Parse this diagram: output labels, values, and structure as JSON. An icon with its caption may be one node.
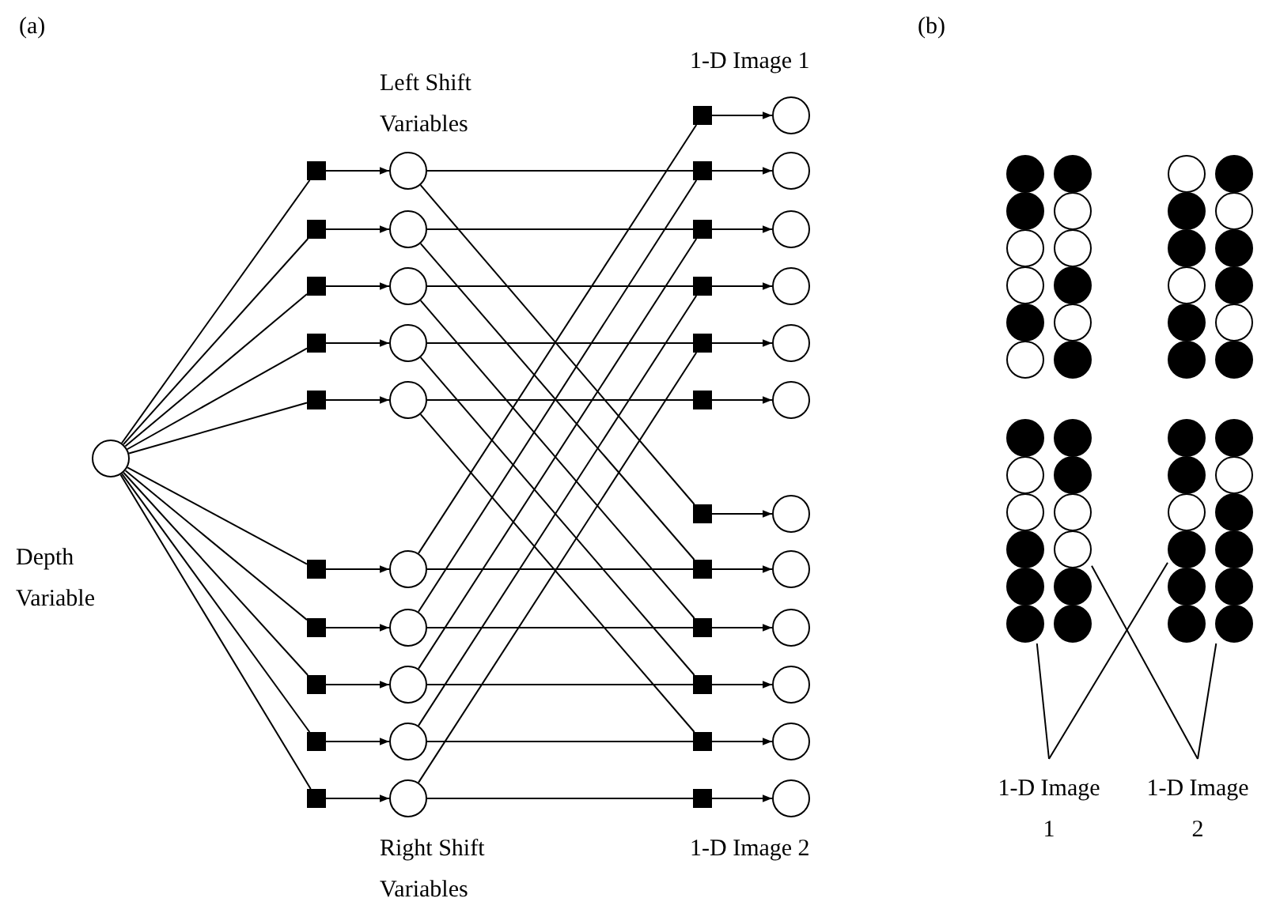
{
  "diagram": {
    "nodes": [
      {
        "text": [],
        "shape": "circle",
        "beside": [
          "Depth Variable"
        ]
      },
      {
        "text": [],
        "shape": "box"
      },
      {
        "text": [],
        "shape": "box"
      },
      {
        "text": [],
        "shape": "box"
      },
      {
        "text": [],
        "shape": "box"
      },
      {
        "text": [],
        "shape": "box"
      },
      {
        "text": [],
        "shape": "box"
      },
      {
        "text": [],
        "shape": "box"
      },
      {
        "text": [],
        "shape": "box"
      },
      {
        "text": [],
        "shape": "box"
      },
      {
        "text": [],
        "shape": "box"
      },
      {
        "text": [],
        "shape": "circle"
      },
      {
        "text": [],
        "shape": "circle"
      },
      {
        "text": [],
        "shape": "circle"
      },
      {
        "text": [],
        "shape": "circle"
      },
      {
        "text": [],
        "shape": "circle"
      },
      {
        "text": [],
        "shape": "circle"
      },
      {
        "text": [],
        "shape": "circle"
      },
      {
        "text": [],
        "shape": "circle"
      },
      {
        "text": [],
        "shape": "circle"
      },
      {
        "text": [],
        "shape": "circle"
      },
      {
        "text": [],
        "shape": "box"
      },
      {
        "text": [],
        "shape": "box"
      },
      {
        "text": [],
        "shape": "box"
      },
      {
        "text": [],
        "shape": "box"
      },
      {
        "text": [],
        "shape": "box"
      },
      {
        "text": [],
        "shape": "box"
      },
      {
        "text": [],
        "shape": "box"
      },
      {
        "text": [],
        "shape": "box"
      },
      {
        "text": [],
        "shape": "box"
      },
      {
        "text": [],
        "shape": "box"
      },
      {
        "text": [],
        "shape": "box"
      },
      {
        "text": [],
        "shape": "box"
      },
      {
        "text": [],
        "shape": "circle"
      },
      {
        "text": [],
        "shape": "circle"
      },
      {
        "text": [],
        "shape": "circle"
      },
      {
        "text": [],
        "shape": "circle"
      },
      {
        "text": [],
        "shape": "circle"
      },
      {
        "text": [],
        "shape": "circle"
      },
      {
        "text": [],
        "shape": "circle"
      },
      {
        "text": [],
        "shape": "circle"
      },
      {
        "text": [],
        "shape": "circle"
      },
      {
        "text": [],
        "shape": "circle"
      },
      {
        "text": [],
        "shape": "circle"
      },
      {
        "text": [],
        "shape": "circle"
      },
      {
        "text": [],
        "shape": "column"
      },
      {
        "text": [],
        "shape": "column"
      },
      {
        "text": [],
        "shape": "column"
      },
      {
        "text": [],
        "shape": "column"
      },
      {
        "text": [
          "1-D Image 1"
        ]
      },
      {
        "text": [
          "1-D Image 2"
        ]
      }
    ],
    "edges": [
      {
        "from": 0,
        "to": 1,
        "arrow": "none"
      },
      {
        "from": 0,
        "to": 2,
        "arrow": "none"
      },
      {
        "from": 0,
        "to": 3,
        "arrow": "none"
      },
      {
        "from": 0,
        "to": 4,
        "arrow": "none"
      },
      {
        "from": 0,
        "to": 5,
        "arrow": "none"
      },
      {
        "from": 0,
        "to": 6,
        "arrow": "none"
      },
      {
        "from": 0,
        "to": 7,
        "arrow": "none"
      },
      {
        "from": 0,
        "to": 8,
        "arrow": "none"
      },
      {
        "from": 0,
        "to": 9,
        "arrow": "none"
      },
      {
        "from": 0,
        "to": 10,
        "arrow": "none"
      },
      {
        "from": 1,
        "to": 11,
        "arrow": "to"
      },
      {
        "from": 2,
        "to": 12,
        "arrow": "to"
      },
      {
        "from": 3,
        "to": 13,
        "arrow": "to"
      },
      {
        "from": 4,
        "to": 14,
        "arrow": "to"
      },
      {
        "from": 5,
        "to": 15,
        "arrow": "to"
      },
      {
        "from": 6,
        "to": 16,
        "arrow": "to"
      },
      {
        "from": 7,
        "to": 17,
        "arrow": "to"
      },
      {
        "from": 8,
        "to": 18,
        "arrow": "to"
      },
      {
        "from": 9,
        "to": 19,
        "arrow": "to"
      },
      {
        "from": 10,
        "to": 20,
        "arrow": "to"
      },
      {
        "from": 11,
        "to": 22,
        "arrow": "none"
      },
      {
        "from": 12,
        "to": 23,
        "arrow": "none"
      },
      {
        "from": 13,
        "to": 24,
        "arrow": "none"
      },
      {
        "from": 14,
        "to": 25,
        "arrow": "none"
      },
      {
        "from": 15,
        "to": 26,
        "arrow": "none"
      },
      {
        "from": 11,
        "to": 27,
        "arrow": "none"
      },
      {
        "from": 12,
        "to": 28,
        "arrow": "none"
      },
      {
        "from": 13,
        "to": 29,
        "arrow": "none"
      },
      {
        "from": 14,
        "to": 30,
        "arrow": "none"
      },
      {
        "from": 15,
        "to": 31,
        "arrow": "none"
      },
      {
        "from": 16,
        "to": 28,
        "arrow": "none"
      },
      {
        "from": 17,
        "to": 29,
        "arrow": "none"
      },
      {
        "from": 18,
        "to": 30,
        "arrow": "none"
      },
      {
        "from": 19,
        "to": 31,
        "arrow": "none"
      },
      {
        "from": 20,
        "to": 32,
        "arrow": "none"
      },
      {
        "from": 16,
        "to": 21,
        "arrow": "none"
      },
      {
        "from": 17,
        "to": 22,
        "arrow": "none"
      },
      {
        "from": 18,
        "to": 23,
        "arrow": "none"
      },
      {
        "from": 19,
        "to": 24,
        "arrow": "none"
      },
      {
        "from": 20,
        "to": 25,
        "arrow": "none"
      },
      {
        "from": 21,
        "to": 33,
        "arrow": "to"
      },
      {
        "from": 22,
        "to": 34,
        "arrow": "to"
      },
      {
        "from": 23,
        "to": 35,
        "arrow": "to"
      },
      {
        "from": 24,
        "to": 36,
        "arrow": "to"
      },
      {
        "from": 25,
        "to": 37,
        "arrow": "to"
      },
      {
        "from": 26,
        "to": 38,
        "arrow": "to"
      },
      {
        "from": 27,
        "to": 39,
        "arrow": "to"
      },
      {
        "from": 28,
        "to": 40,
        "arrow": "to"
      },
      {
        "from": 29,
        "to": 41,
        "arrow": "to"
      },
      {
        "from": 30,
        "to": 42,
        "arrow": "to"
      },
      {
        "from": 31,
        "to": 43,
        "arrow": "to"
      },
      {
        "from": 32,
        "to": 44,
        "arrow": "to"
      },
      {
        "from": 49,
        "to": 45,
        "arrow": "none"
      },
      {
        "from": 49,
        "to": 47,
        "arrow": "none"
      },
      {
        "from": 50,
        "to": 46,
        "arrow": "none"
      },
      {
        "from": 50,
        "to": 48,
        "arrow": "none"
      }
    ],
    "labels": [
      "(a)",
      "(b)",
      "Left Shift Variables",
      "1-D Image 1",
      "Right Shift Variables",
      "1-D Image 2"
    ]
  }
}
